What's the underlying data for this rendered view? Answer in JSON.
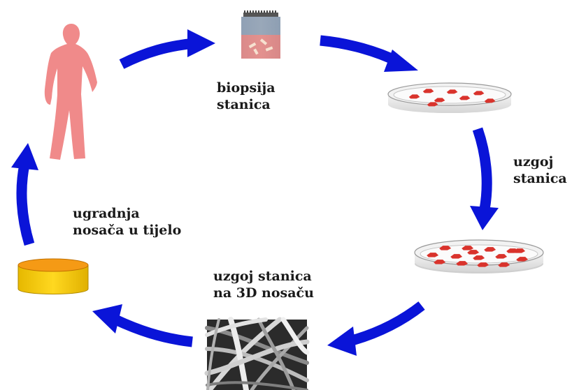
{
  "diagram": {
    "steps": [
      {
        "id": "biopsy",
        "lines": [
          "biopsija",
          "stanica"
        ]
      },
      {
        "id": "culture",
        "lines": [
          "uzgoj",
          "stanica"
        ]
      },
      {
        "id": "scaffold_culture",
        "lines": [
          "uzgoj stanica",
          "na 3D nosaču"
        ]
      },
      {
        "id": "implant",
        "lines": [
          "ugradnja",
          "nosača u tijelo"
        ]
      }
    ],
    "icons": [
      "person-icon",
      "biopsy-tube-icon",
      "petri-dish-icon",
      "petri-dish-icon",
      "scaffold-micrograph-image",
      "scaffold-disc-icon"
    ]
  },
  "colors": {
    "arrow": "#0a14d8",
    "person": "#f08a8a",
    "tube_cap": "#6b7f95",
    "tube_body": "#d9e8f5",
    "tube_contents": "#e0706a",
    "cells": "#d9332c",
    "scaffold_top": "#f5a21a",
    "scaffold_side": "#f5cf10"
  }
}
